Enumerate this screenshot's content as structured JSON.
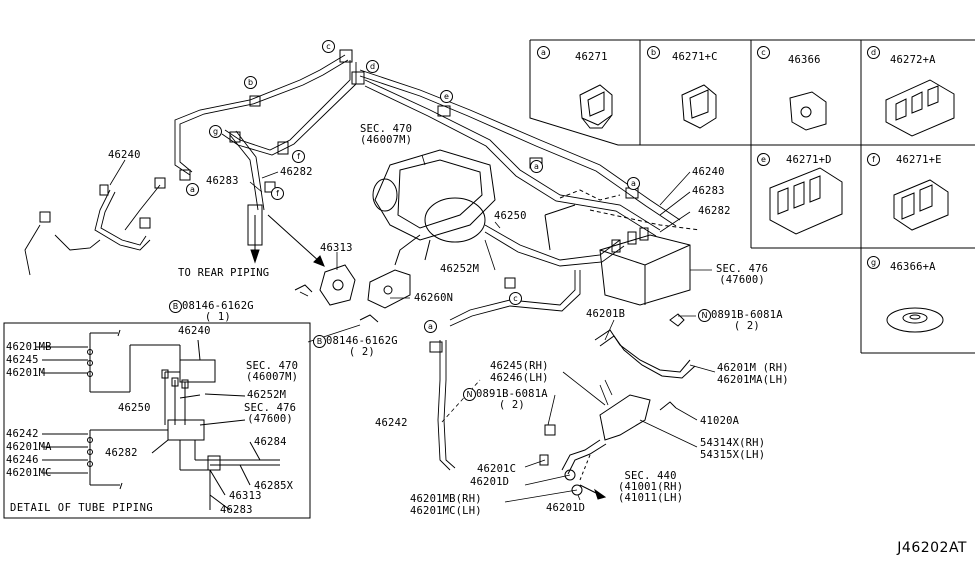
{
  "diagram_code": "J46202AT",
  "detail_caption": "DETAIL OF TUBE PIPING",
  "to_rear_piping": "TO REAR PIPING",
  "callouts": {
    "a": "a",
    "b": "b",
    "c": "c",
    "d": "d",
    "e": "e",
    "f": "f",
    "g": "g"
  },
  "inset_parts": {
    "a": "46271",
    "b": "46271+C",
    "c": "46366",
    "d": "46272+A",
    "e": "46271+D",
    "f": "46271+E",
    "g": "46366+A"
  },
  "main_labels": {
    "p46240_left": "46240",
    "p46282_top": "46282",
    "p46283_top": "46283",
    "sec470_a": "SEC. 470",
    "sec470_b": "(46007M)",
    "p46240_right": "46240",
    "p46283_right": "46283",
    "p46282_right": "46282",
    "p46250": "46250",
    "p46252M": "46252M",
    "sec476_a": "SEC. 476",
    "sec476_b": "(47600)",
    "p46313": "46313",
    "p46260N": "46260N",
    "bolt1_a": "08146-6162G",
    "bolt1_b": "( 1)",
    "bolt2_a": "08146-6162G",
    "bolt2_b": "( 2)",
    "p46201B": "46201B",
    "nut1_a": "0891B-6081A",
    "nut1_b": "( 2)",
    "p46245": "46245(RH)",
    "p46246": "46246(LH)",
    "p46201M": "46201M  (RH)",
    "p46201MA": "46201MA(LH)",
    "nut2_a": "0891B-6081A",
    "nut2_b": "( 2)",
    "p41020A": "41020A",
    "p46242": "46242",
    "p54314X": "54314X(RH)",
    "p54315X": "54315X(LH)",
    "p46201C": "46201C",
    "p46201D_a": "46201D",
    "sec440_a": "SEC. 440",
    "sec440_b": "(41001(RH)",
    "sec440_c": "(41011(LH)",
    "p46201MB": "46201MB(RH)",
    "p46201MC": "46201MC(LH)",
    "p46201D_b": "46201D"
  },
  "symbols": {
    "bolt": "B",
    "nut": "N"
  },
  "detail_labels": {
    "d46201MB": "46201MB",
    "d46245": "46245",
    "d46201M": "46201M",
    "d46240": "46240",
    "dsec470_a": "SEC. 470",
    "dsec470_b": "(46007M)",
    "d46252M": "46252M",
    "d46250": "46250",
    "dsec476_a": "SEC. 476",
    "dsec476_b": "(47600)",
    "d46242": "46242",
    "d46201MA": "46201MA",
    "d46246": "46246",
    "d46201MC": "46201MC",
    "d46282": "46282",
    "d46284": "46284",
    "d46285X": "46285X",
    "d46313": "46313",
    "d46283": "46283"
  }
}
